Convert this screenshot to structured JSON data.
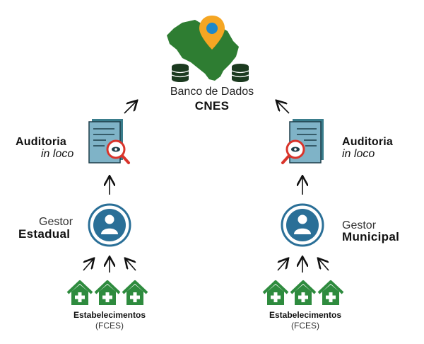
{
  "database": {
    "title": "Banco de Dados",
    "subtitle": "CNES"
  },
  "left": {
    "audit_title": "Auditoria",
    "audit_sub": "in loco",
    "manager_line1": "Gestor",
    "manager_line2": "Estadual",
    "establishments_title": "Estabelecimentos",
    "establishments_sub": "(FCES)"
  },
  "right": {
    "audit_title": "Auditoria",
    "audit_sub": "in loco",
    "manager_line1": "Gestor",
    "manager_line2": "Municipal",
    "establishments_title": "Estabelecimentos",
    "establishments_sub": "(FCES)"
  },
  "colors": {
    "map_green": "#2e7d32",
    "pin_orange": "#f5a623",
    "pin_blue": "#1e88c9",
    "db_dark": "#1b3a1f",
    "doc_teal": "#3a7d8c",
    "doc_light": "#7fb3c7",
    "magnifier_red": "#d9342b",
    "user_blue": "#2a6f97",
    "house_green": "#2e8b3e"
  }
}
